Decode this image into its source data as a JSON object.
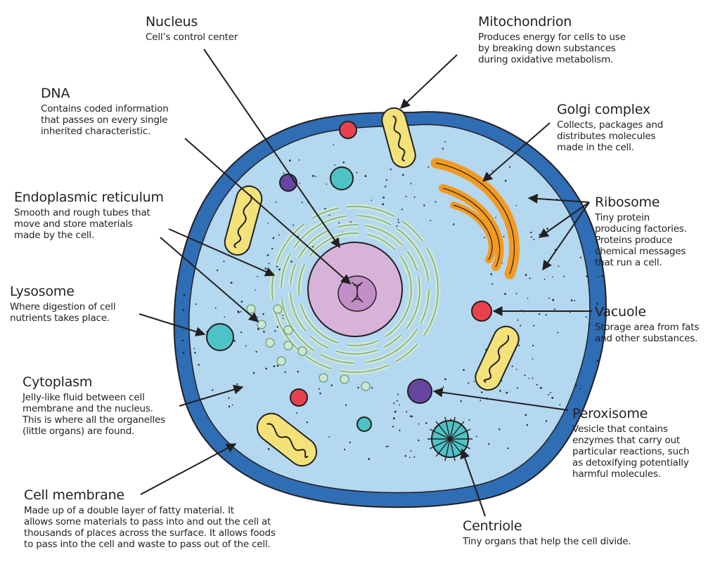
{
  "colors": {
    "membrane": "#2f6db5",
    "cytoplasm": "#b3d8f0",
    "nucleus": "#d8b3d9",
    "nucleolus": "#c18ec7",
    "er": "#cde8cf",
    "er_edge": "#6f9a7a",
    "mito": "#f3e27a",
    "golgi": "#f39a22",
    "red": "#e8424e",
    "teal": "#4ec3c6",
    "purple": "#6646a0",
    "ink": "#231f20"
  },
  "labels": {
    "nucleus": {
      "title": "Nucleus",
      "desc": [
        "Cell’s control center"
      ]
    },
    "dna": {
      "title": "DNA",
      "desc": [
        "Contains coded information",
        "that passes on every single",
        "inherited characteristic."
      ]
    },
    "er": {
      "title": "Endoplasmic reticulum",
      "desc": [
        "Smooth and rough tubes that",
        "move and store materials",
        "made by the cell."
      ]
    },
    "lysosome": {
      "title": "Lysosome",
      "desc": [
        "Where digestion of cell",
        "nutrients takes place."
      ]
    },
    "cytoplasm": {
      "title": "Cytoplasm",
      "desc": [
        "Jelly-like fluid between cell",
        "membrane and the nucleus.",
        "This is where all the organelles",
        "(little organs) are found."
      ]
    },
    "membrane": {
      "title": "Cell membrane",
      "desc": [
        "Made up of a double layer of fatty material. It",
        "allows some materials to pass into and out the cell at",
        "thousands of places across the surface. It allows foods",
        "to pass into the cell and waste to pass out of the cell."
      ]
    },
    "mitochondrion": {
      "title": "Mitochondrion",
      "desc": [
        "Produces energy for cells to use",
        "by breaking down substances",
        "during oxidative metabolism."
      ]
    },
    "golgi": {
      "title": "Golgi complex",
      "desc": [
        "Collects, packages and",
        "distributes molecules",
        "made in the cell."
      ]
    },
    "ribosome": {
      "title": "Ribosome",
      "desc": [
        "Tiny protein",
        "producing factories.",
        "Proteins produce",
        "chemical messages",
        "that run a cell."
      ]
    },
    "vacuole": {
      "title": "Vacuole",
      "desc": [
        "Storage area from fats",
        "and other substances."
      ]
    },
    "peroxisome": {
      "title": "Peroxisome",
      "desc": [
        "Vesicle that contains",
        "enzymes that carry out",
        "particular reactions, such",
        "as detoxifying potentially",
        "harmful molecules."
      ]
    },
    "centriole": {
      "title": "Centriole",
      "desc": [
        "Tiny organs that help the cell divide."
      ]
    }
  }
}
